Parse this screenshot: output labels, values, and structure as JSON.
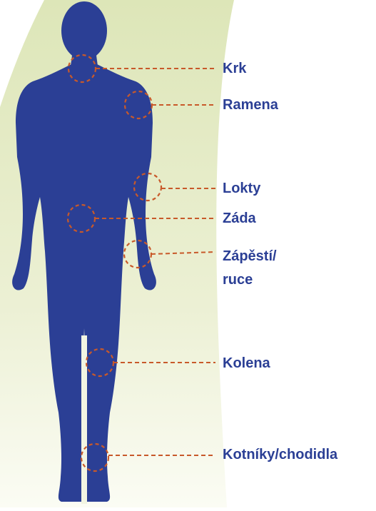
{
  "colors": {
    "figure": "#2b3f95",
    "marker": "#c8592a",
    "label": "#2b3f95",
    "swoosh": "#e3e9c6",
    "background": "#ffffff"
  },
  "labels": {
    "neck": "Krk",
    "shoulders": "Ramena",
    "elbows": "Lokty",
    "back": "Záda",
    "wrists_line1": "Zápěstí/",
    "wrists_line2": "ruce",
    "knees": "Kolena",
    "ankles": "Kotníky/chodidla"
  }
}
